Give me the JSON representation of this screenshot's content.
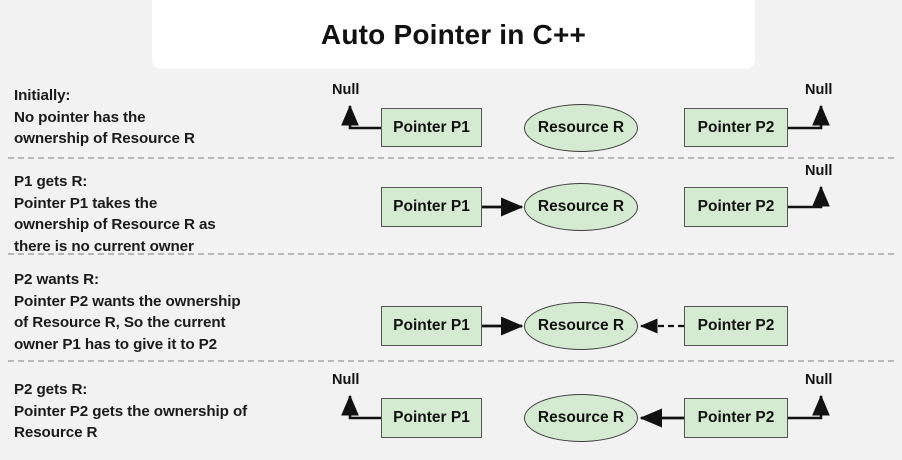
{
  "header": {
    "title": "Auto Pointer in C++"
  },
  "theme": {
    "page_bg": "#f2f2f2",
    "card_bg": "#ffffff",
    "node_fill": "#d5ebd1",
    "node_stroke": "#555555",
    "divider": "#b8b8b8",
    "text": "#111111"
  },
  "labels": {
    "pointer_p1": "Pointer P1",
    "pointer_p2": "Pointer P2",
    "resource_r": "Resource R",
    "null": "Null"
  },
  "rows": [
    {
      "id": "initially",
      "heading": "Initially:",
      "body_lines": [
        "No pointer has the",
        "ownership of Resource R"
      ],
      "p1_null": "Null",
      "p2_null": "Null"
    },
    {
      "id": "p1-gets-r",
      "heading": "P1 gets R:",
      "body_lines": [
        "Pointer P1 takes the",
        "ownership of Resource R as",
        "there is no current owner"
      ],
      "p2_null": "Null"
    },
    {
      "id": "p2-wants-r",
      "heading": "P2 wants R:",
      "body_lines": [
        "Pointer P2 wants the ownership",
        "of Resource R, So the current",
        "owner P1 has to give it to P2"
      ]
    },
    {
      "id": "p2-gets-r",
      "heading": "P2 gets R:",
      "body_lines": [
        "Pointer P2 gets the ownership of",
        "Resource R"
      ],
      "p1_null": "Null",
      "p2_null": "Null"
    }
  ]
}
